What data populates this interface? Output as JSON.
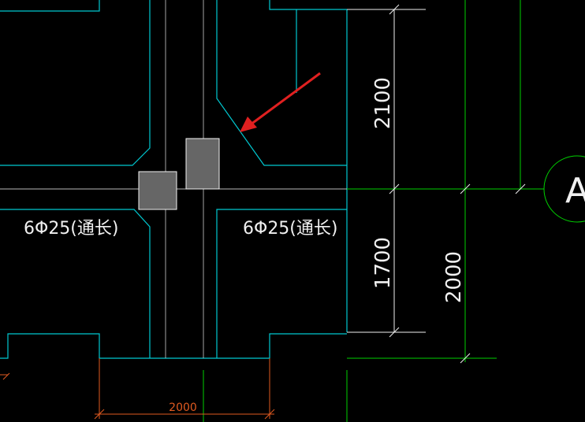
{
  "colors": {
    "background": "#000000",
    "wall_outline": "#00c8d0",
    "center_line": "#d8d8d8",
    "green_line": "#00d000",
    "dimension": "#f0f0f0",
    "orange_dimension": "#e05a20",
    "arrow": "#e02020",
    "block_fill": "#666666",
    "block_stroke": "#f2f2f2"
  },
  "rebar_labels": {
    "left": "6Φ25(通长)",
    "right": "6Φ25(通长)"
  },
  "dimensions": {
    "upper_vertical": "2100",
    "lower_vertical": "1700",
    "overall_vertical": "2000",
    "bottom_horizontal": "2000"
  },
  "axis_bubble": {
    "label": "A"
  },
  "annotation": {
    "arrow_icon": "red-pointer-arrow-icon"
  }
}
